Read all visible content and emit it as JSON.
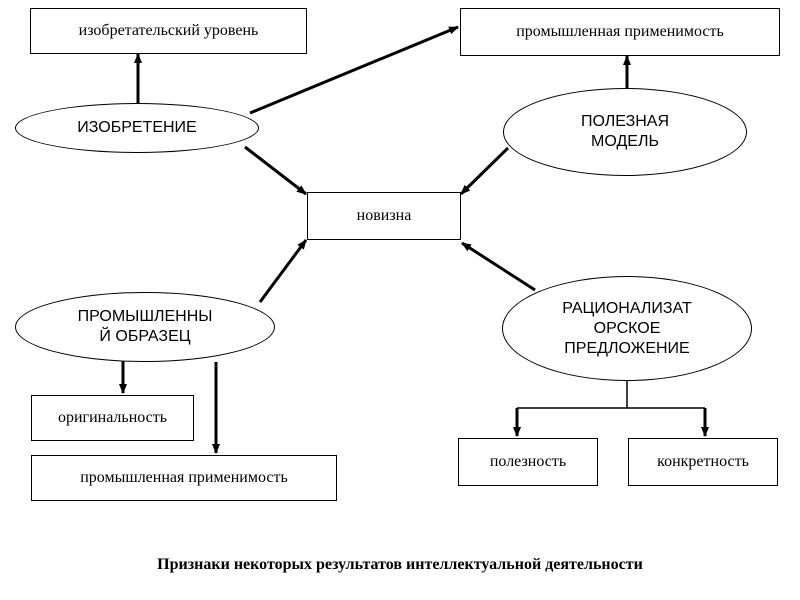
{
  "boxes": {
    "inventive_level": "изобретательский уровень",
    "industrial_applicability_top": "промышленная применимость",
    "novelty": "новизна",
    "originality": "оригинальность",
    "industrial_applicability_bottom": "промышленная применимость",
    "usefulness": "полезность",
    "concreteness": "конкретность"
  },
  "ellipses": {
    "invention": [
      "ИЗОБРЕТЕНИЕ"
    ],
    "utility_model": [
      "ПОЛЕЗНАЯ",
      "МОДЕЛЬ"
    ],
    "industrial_design": [
      "ПРОМЫШЛЕННЫ",
      "Й ОБРАЗЕЦ"
    ],
    "rationalization_proposal": [
      "РАЦИОНАЛИЗАТ",
      "ОРСКОЕ",
      "ПРЕДЛОЖЕНИЕ"
    ]
  },
  "caption": "Признаки некоторых результатов интеллектуальной деятельности"
}
